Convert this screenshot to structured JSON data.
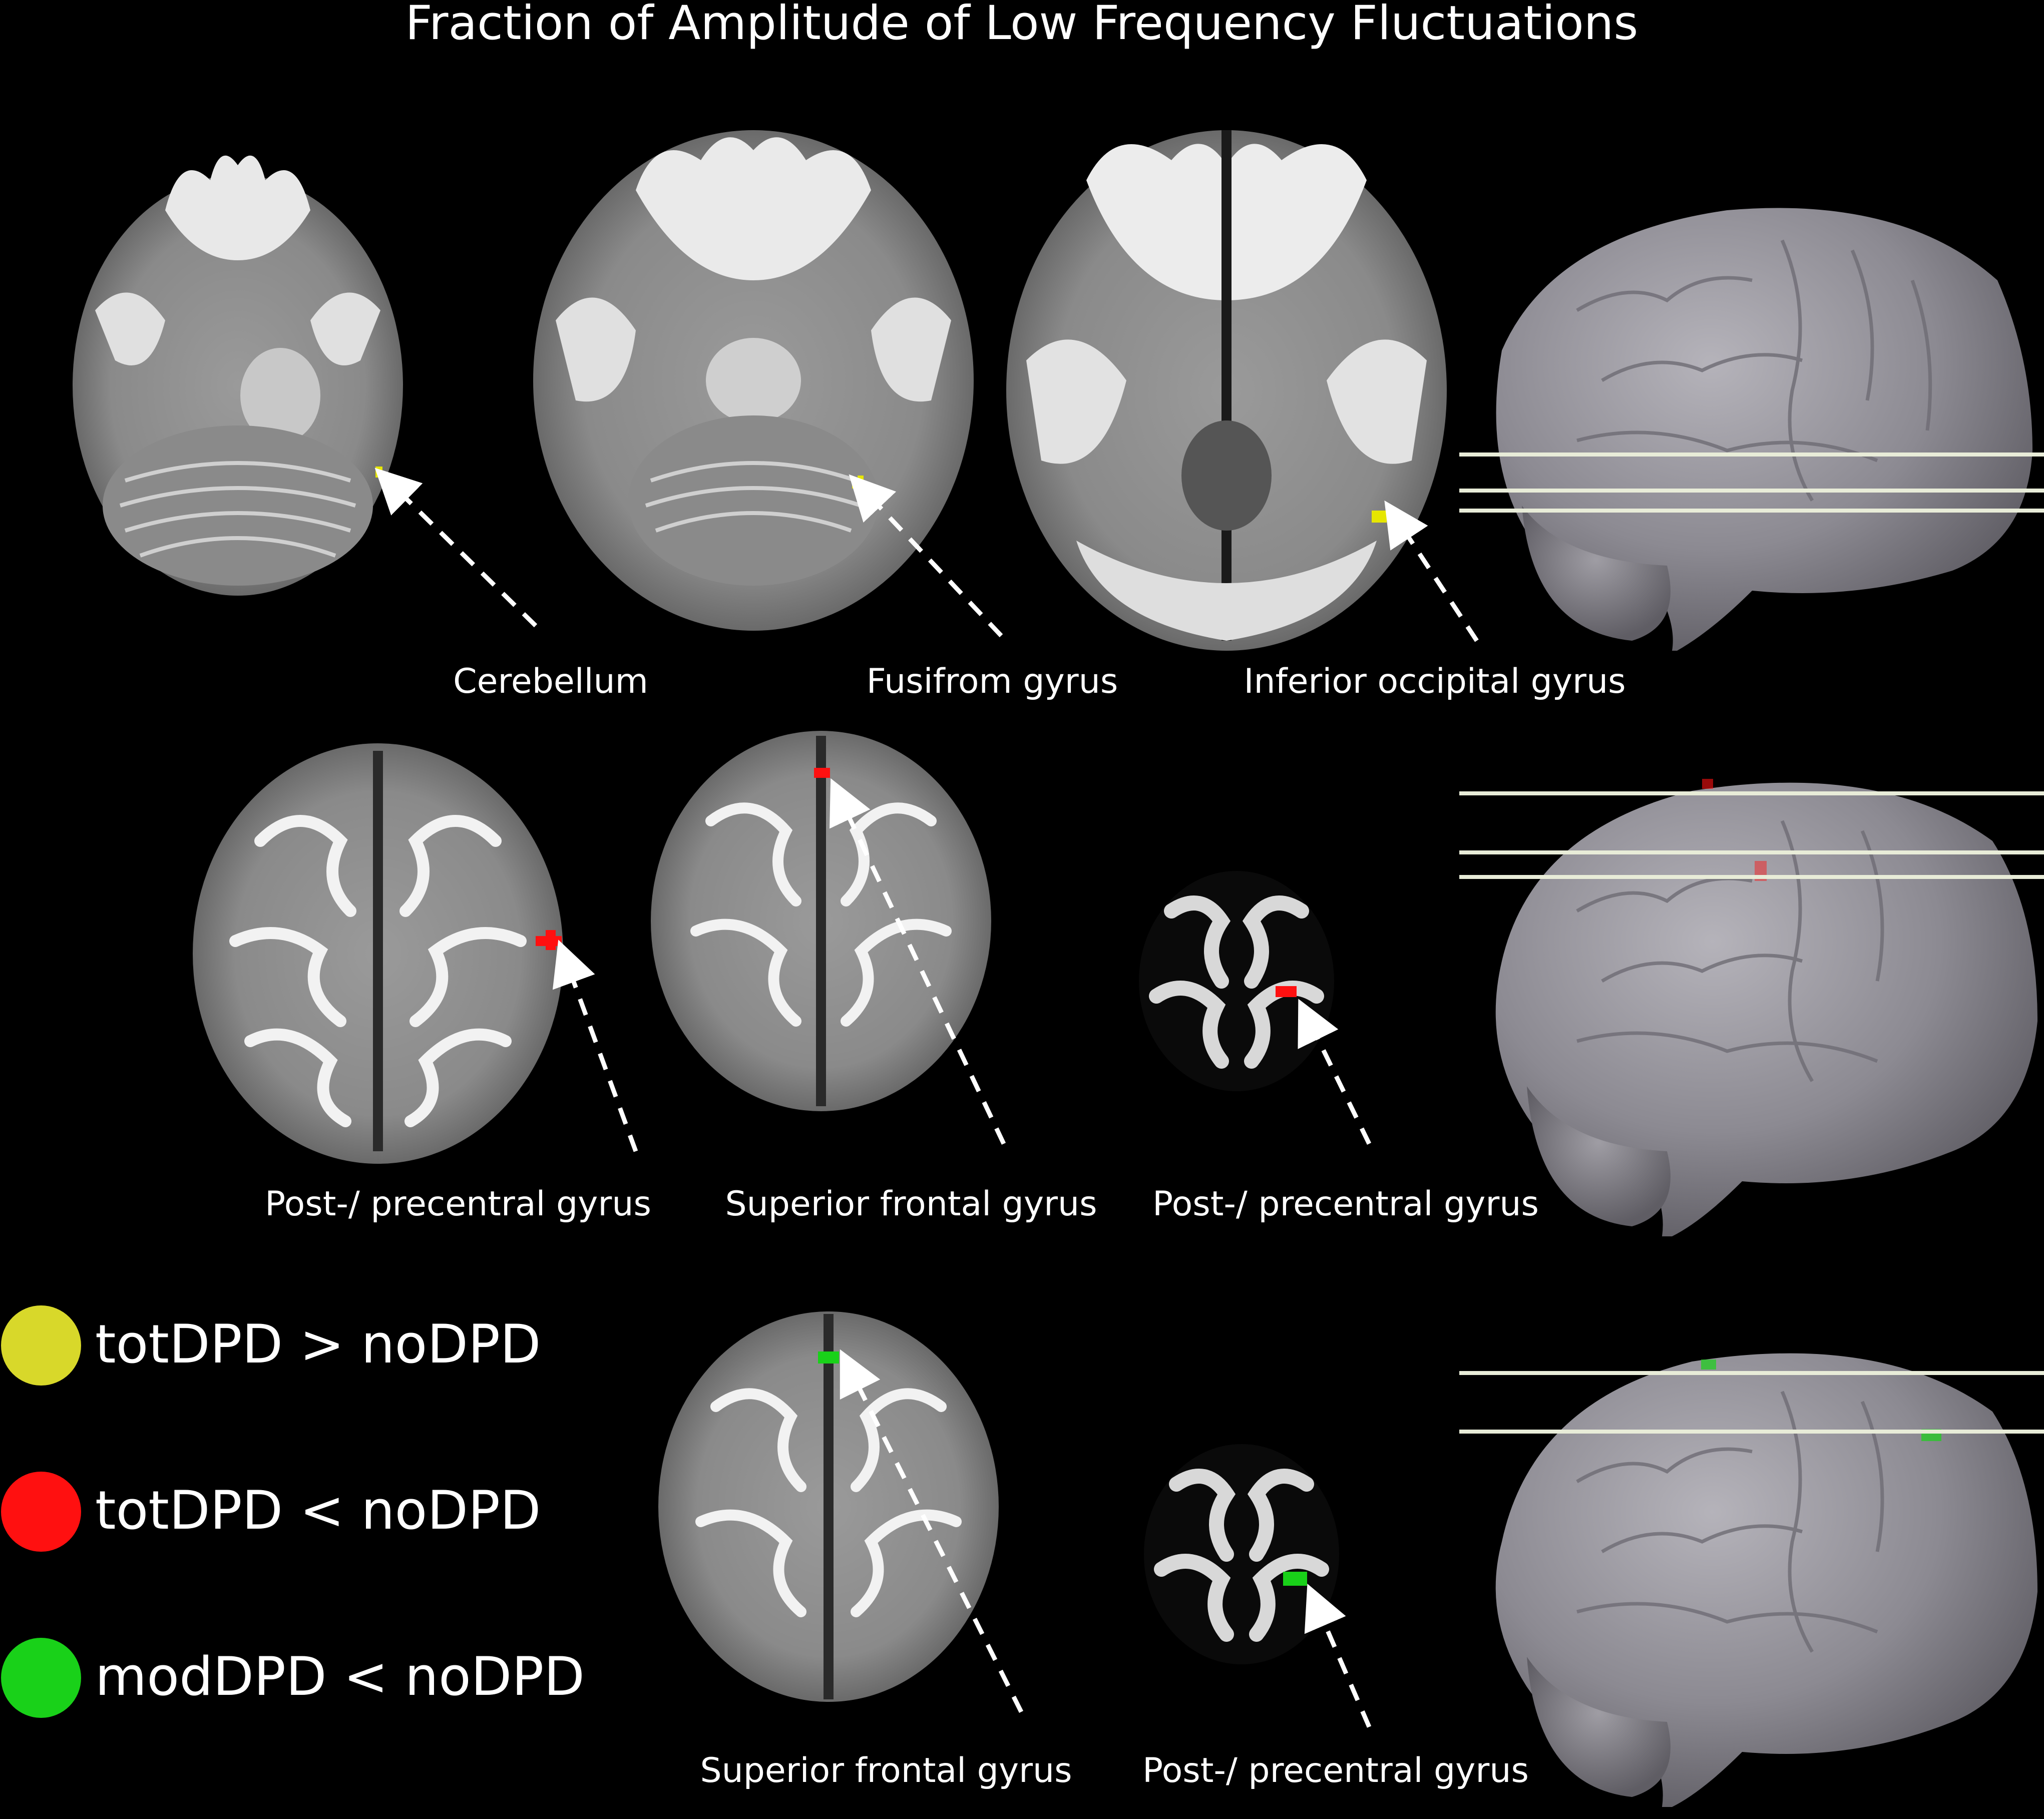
{
  "title": "Fraction of Amplitude of Low Frequency Fluctuations",
  "colors": {
    "background": "#000000",
    "yellow": "#d8d82a",
    "red": "#ff1010",
    "green": "#19d119",
    "guide_line": "#e8ecd8",
    "brain_surface": "#8f8d94",
    "slice_gray": "#7a7a7a",
    "white_matter": "#ffffff"
  },
  "rows": [
    {
      "color": "#e6e600",
      "region_labels": [
        "Cerebellum",
        "Fusifrom gyrus",
        "Inferior occipital gyrus"
      ]
    },
    {
      "color": "#ff1010",
      "region_labels": [
        "Post-/ precentral gyrus",
        "Superior frontal gyrus",
        "Post-/ precentral gyrus"
      ]
    },
    {
      "color": "#19d119",
      "region_labels": [
        "Superior frontal gyrus",
        "Post-/ precentral gyrus"
      ]
    }
  ],
  "legend": [
    {
      "label": "totDPD > noDPD",
      "color": "#d8d82a"
    },
    {
      "label": "totDPD < noDPD",
      "color": "#ff1010"
    },
    {
      "label": "modDPD < noDPD",
      "color": "#19d119"
    }
  ]
}
